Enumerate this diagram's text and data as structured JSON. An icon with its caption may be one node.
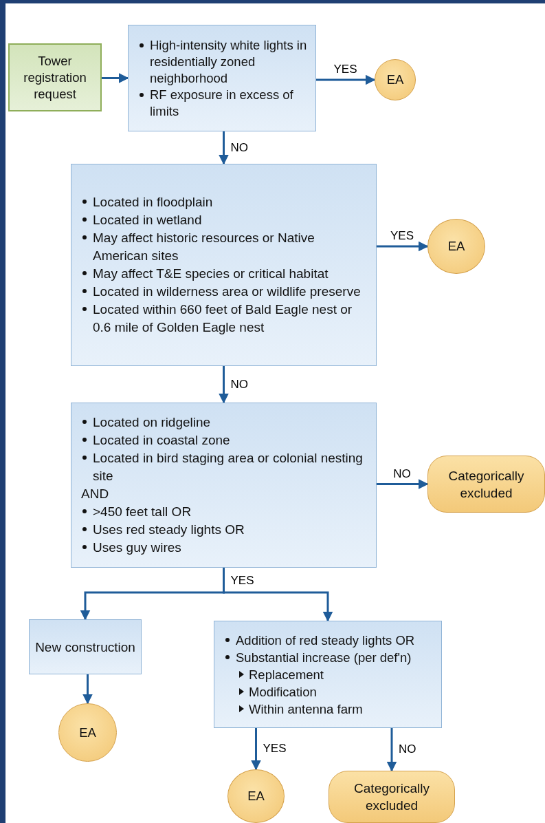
{
  "diagram": {
    "nodes": [
      {
        "text": [
          "Tower registration request"
        ]
      },
      {
        "text": [
          "High-intensity white lights in residentially zoned neighborhood",
          "RF exposure in excess of limits"
        ]
      },
      {
        "text": [
          "EA"
        ]
      },
      {
        "text": [
          "Located in floodplain",
          "Located in wetland",
          "May affect historic resources or Native American sites",
          "May affect T&E species or critical habitat",
          "Located in wilderness area or wildlife preserve",
          "Located within 660 feet of Bald Eagle nest or 0.6 mile of Golden Eagle nest"
        ]
      },
      {
        "text": [
          "EA"
        ]
      },
      {
        "text": [
          "Located on ridgeline",
          "Located in coastal zone",
          "Located in bird staging area or colonial nesting site",
          "AND",
          ">450 feet tall OR",
          "Uses red steady lights OR",
          "Uses guy wires"
        ]
      },
      {
        "text": [
          "Categorically excluded"
        ]
      },
      {
        "text": [
          "New construction"
        ]
      },
      {
        "text": [
          "Addition of red steady lights OR",
          "Substantial increase (per def'n)",
          "Replacement",
          "Modification",
          "Within antenna farm"
        ]
      },
      {
        "text": [
          "EA"
        ]
      },
      {
        "text": [
          "EA"
        ]
      },
      {
        "text": [
          "Categorically excluded"
        ]
      }
    ],
    "edges": [
      {
        "from": 0,
        "to": 1,
        "arrow": "to"
      },
      {
        "from": 1,
        "to": 2,
        "arrow": "to",
        "label": "YES"
      },
      {
        "from": 1,
        "to": 3,
        "arrow": "to",
        "label": "NO"
      },
      {
        "from": 3,
        "to": 4,
        "arrow": "to",
        "label": "YES"
      },
      {
        "from": 3,
        "to": 5,
        "arrow": "to",
        "label": "NO"
      },
      {
        "from": 5,
        "to": 6,
        "arrow": "to",
        "label": "NO"
      },
      {
        "from": 5,
        "to": 7,
        "arrow": "to",
        "label": "YES"
      },
      {
        "from": 5,
        "to": 8,
        "arrow": "to"
      },
      {
        "from": 7,
        "to": 9,
        "arrow": "to"
      },
      {
        "from": 8,
        "to": 10,
        "arrow": "to",
        "label": "YES"
      },
      {
        "from": 8,
        "to": 11,
        "arrow": "to",
        "label": "NO"
      }
    ]
  }
}
